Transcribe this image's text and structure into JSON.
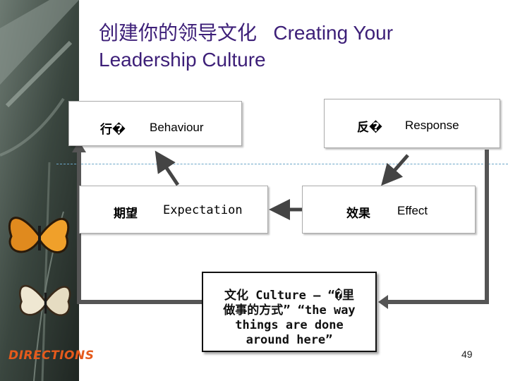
{
  "title": {
    "line1_zh": "创建你的领导文化",
    "line1_en": "Creating Your",
    "line2": "Leadership Culture"
  },
  "boxes": {
    "behaviour": {
      "zh": "行�",
      "en": "Behaviour"
    },
    "response": {
      "zh": "反�",
      "en": "Response"
    },
    "expectation": {
      "zh": "期望",
      "en": "Expectation"
    },
    "effect": {
      "zh": "效果",
      "en": "Effect"
    }
  },
  "culture": {
    "line1": "文化    Culture – “�里",
    "line2": "做事的方式” “the way",
    "line3": "things are done",
    "line4": "around here”"
  },
  "logo": "DIRECTIONS",
  "page_number": "49",
  "colors": {
    "title": "#3d1f78",
    "loop_line": "#555555",
    "arrow": "#444444",
    "logo": "#e55a1c"
  }
}
